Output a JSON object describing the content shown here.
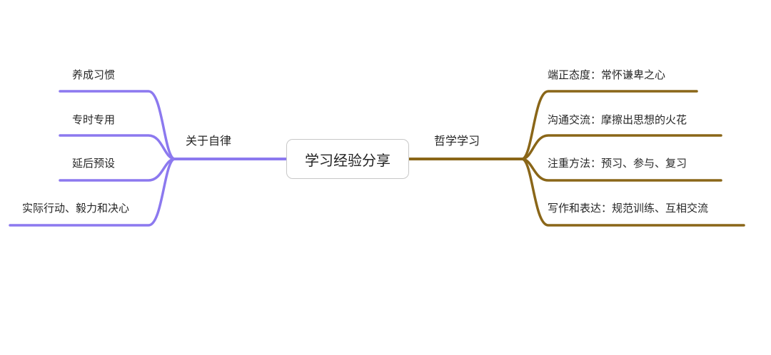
{
  "mindmap": {
    "center": "学习经验分享",
    "left_branch": {
      "label": "关于自律",
      "color": "#8c79ef",
      "leaves": [
        "养成习惯",
        "专时专用",
        "延后预设",
        "实际行动、毅力和决心"
      ]
    },
    "right_branch": {
      "label": "哲学学习",
      "color": "#8a6618",
      "leaves": [
        "端正态度：常怀谦卑之心",
        "沟通交流：摩擦出思想的火花",
        "注重方法：预习、参与、复习",
        "写作和表达：规范训练、互相交流"
      ]
    }
  }
}
